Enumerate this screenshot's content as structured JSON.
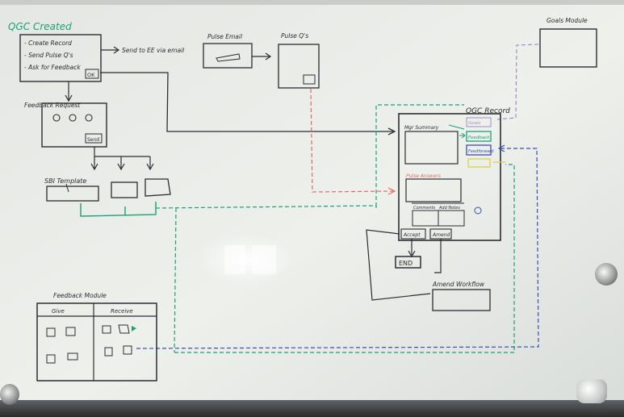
{
  "qgc_created": {
    "title": "QGC Created",
    "items": [
      "- Create Record",
      "- Send Pulse Q's",
      "- Ask for Feedback"
    ],
    "ok": "OK",
    "send_note": "Send to EE via email"
  },
  "pulse_email": {
    "label": "Pulse Email"
  },
  "pulse_qs": {
    "label": "Pulse Q's"
  },
  "feedback_request": {
    "label": "Feedback Request",
    "send": "Send"
  },
  "sbi_template": {
    "label": "SBI Template"
  },
  "goals_module": {
    "label": "Goals Module"
  },
  "qgc_record": {
    "title": "QGC Record",
    "mgr_summary": "Mgr Summary",
    "pulse_answers": "Pulse Answers",
    "col1": "Comments",
    "col2": "Add Notes",
    "accept": "Accept",
    "amend": "Amend",
    "side_goals": "Goals",
    "side_feedback": "Feedback",
    "side_feedforward": "Feedforward"
  },
  "end_label": "END",
  "amend_workflow": {
    "label": "Amend Workflow"
  },
  "feedback_module": {
    "title": "Feedback Module",
    "col_give": "Give",
    "col_receive": "Receive"
  },
  "colors": {
    "board": "#e9ebe7",
    "ink": "#2a2e33",
    "green": "#1aa07a",
    "red": "#e06a6a",
    "blue": "#3a4fb0",
    "purple": "#a78bc9",
    "yellow": "#d8d24a"
  }
}
